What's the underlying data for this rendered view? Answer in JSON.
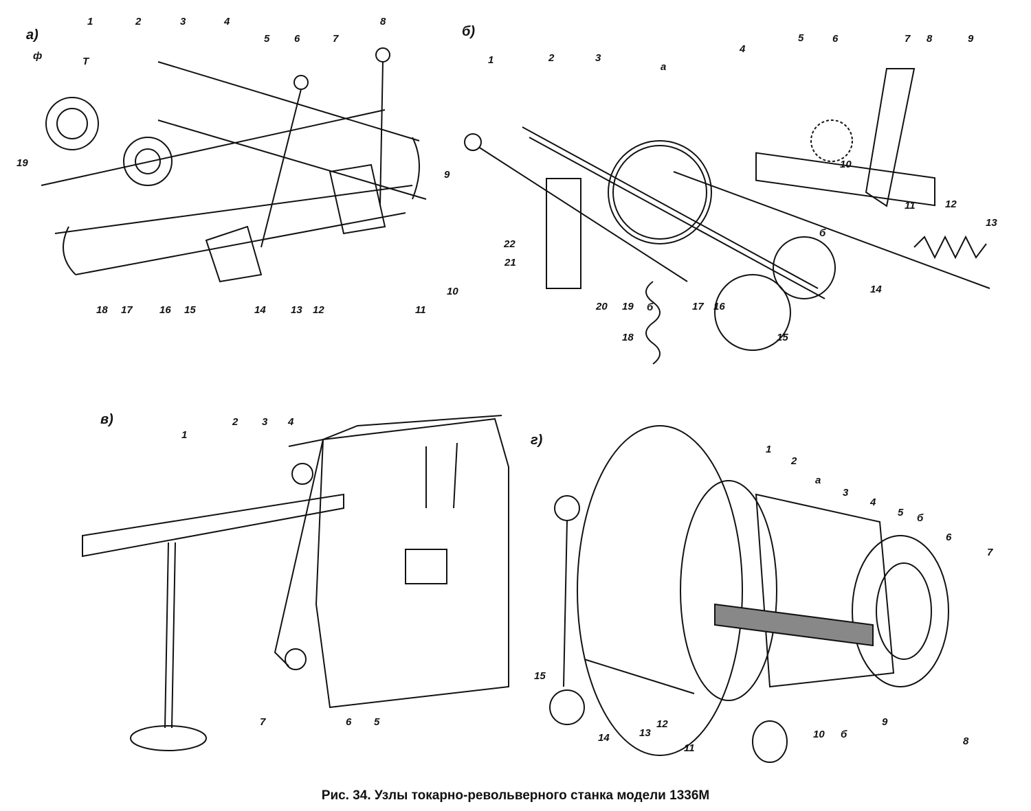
{
  "caption": "Рис. 34. Узлы токарно-револьверного станка модели 1336М",
  "panels": {
    "a": {
      "tag": "а)",
      "labels": [
        "1",
        "2",
        "3",
        "4",
        "5",
        "6",
        "7",
        "8",
        "ф",
        "Т",
        "19",
        "9",
        "10",
        "11",
        "12",
        "13",
        "14",
        "15",
        "16",
        "17",
        "18"
      ]
    },
    "b": {
      "tag": "б)",
      "labels": [
        "1",
        "2",
        "3",
        "а",
        "4",
        "5",
        "6",
        "7",
        "8",
        "9",
        "10",
        "11",
        "12",
        "13",
        "14",
        "15",
        "16",
        "17",
        "б",
        "б",
        "19",
        "20",
        "21",
        "22",
        "18"
      ]
    },
    "v": {
      "tag": "в)",
      "labels": [
        "1",
        "2",
        "3",
        "4",
        "7",
        "6",
        "5"
      ]
    },
    "g": {
      "tag": "г)",
      "labels": [
        "1",
        "2",
        "а",
        "3",
        "4",
        "5",
        "б",
        "6",
        "7",
        "8",
        "9",
        "б",
        "10",
        "11",
        "12",
        "13",
        "14",
        "15"
      ]
    }
  }
}
